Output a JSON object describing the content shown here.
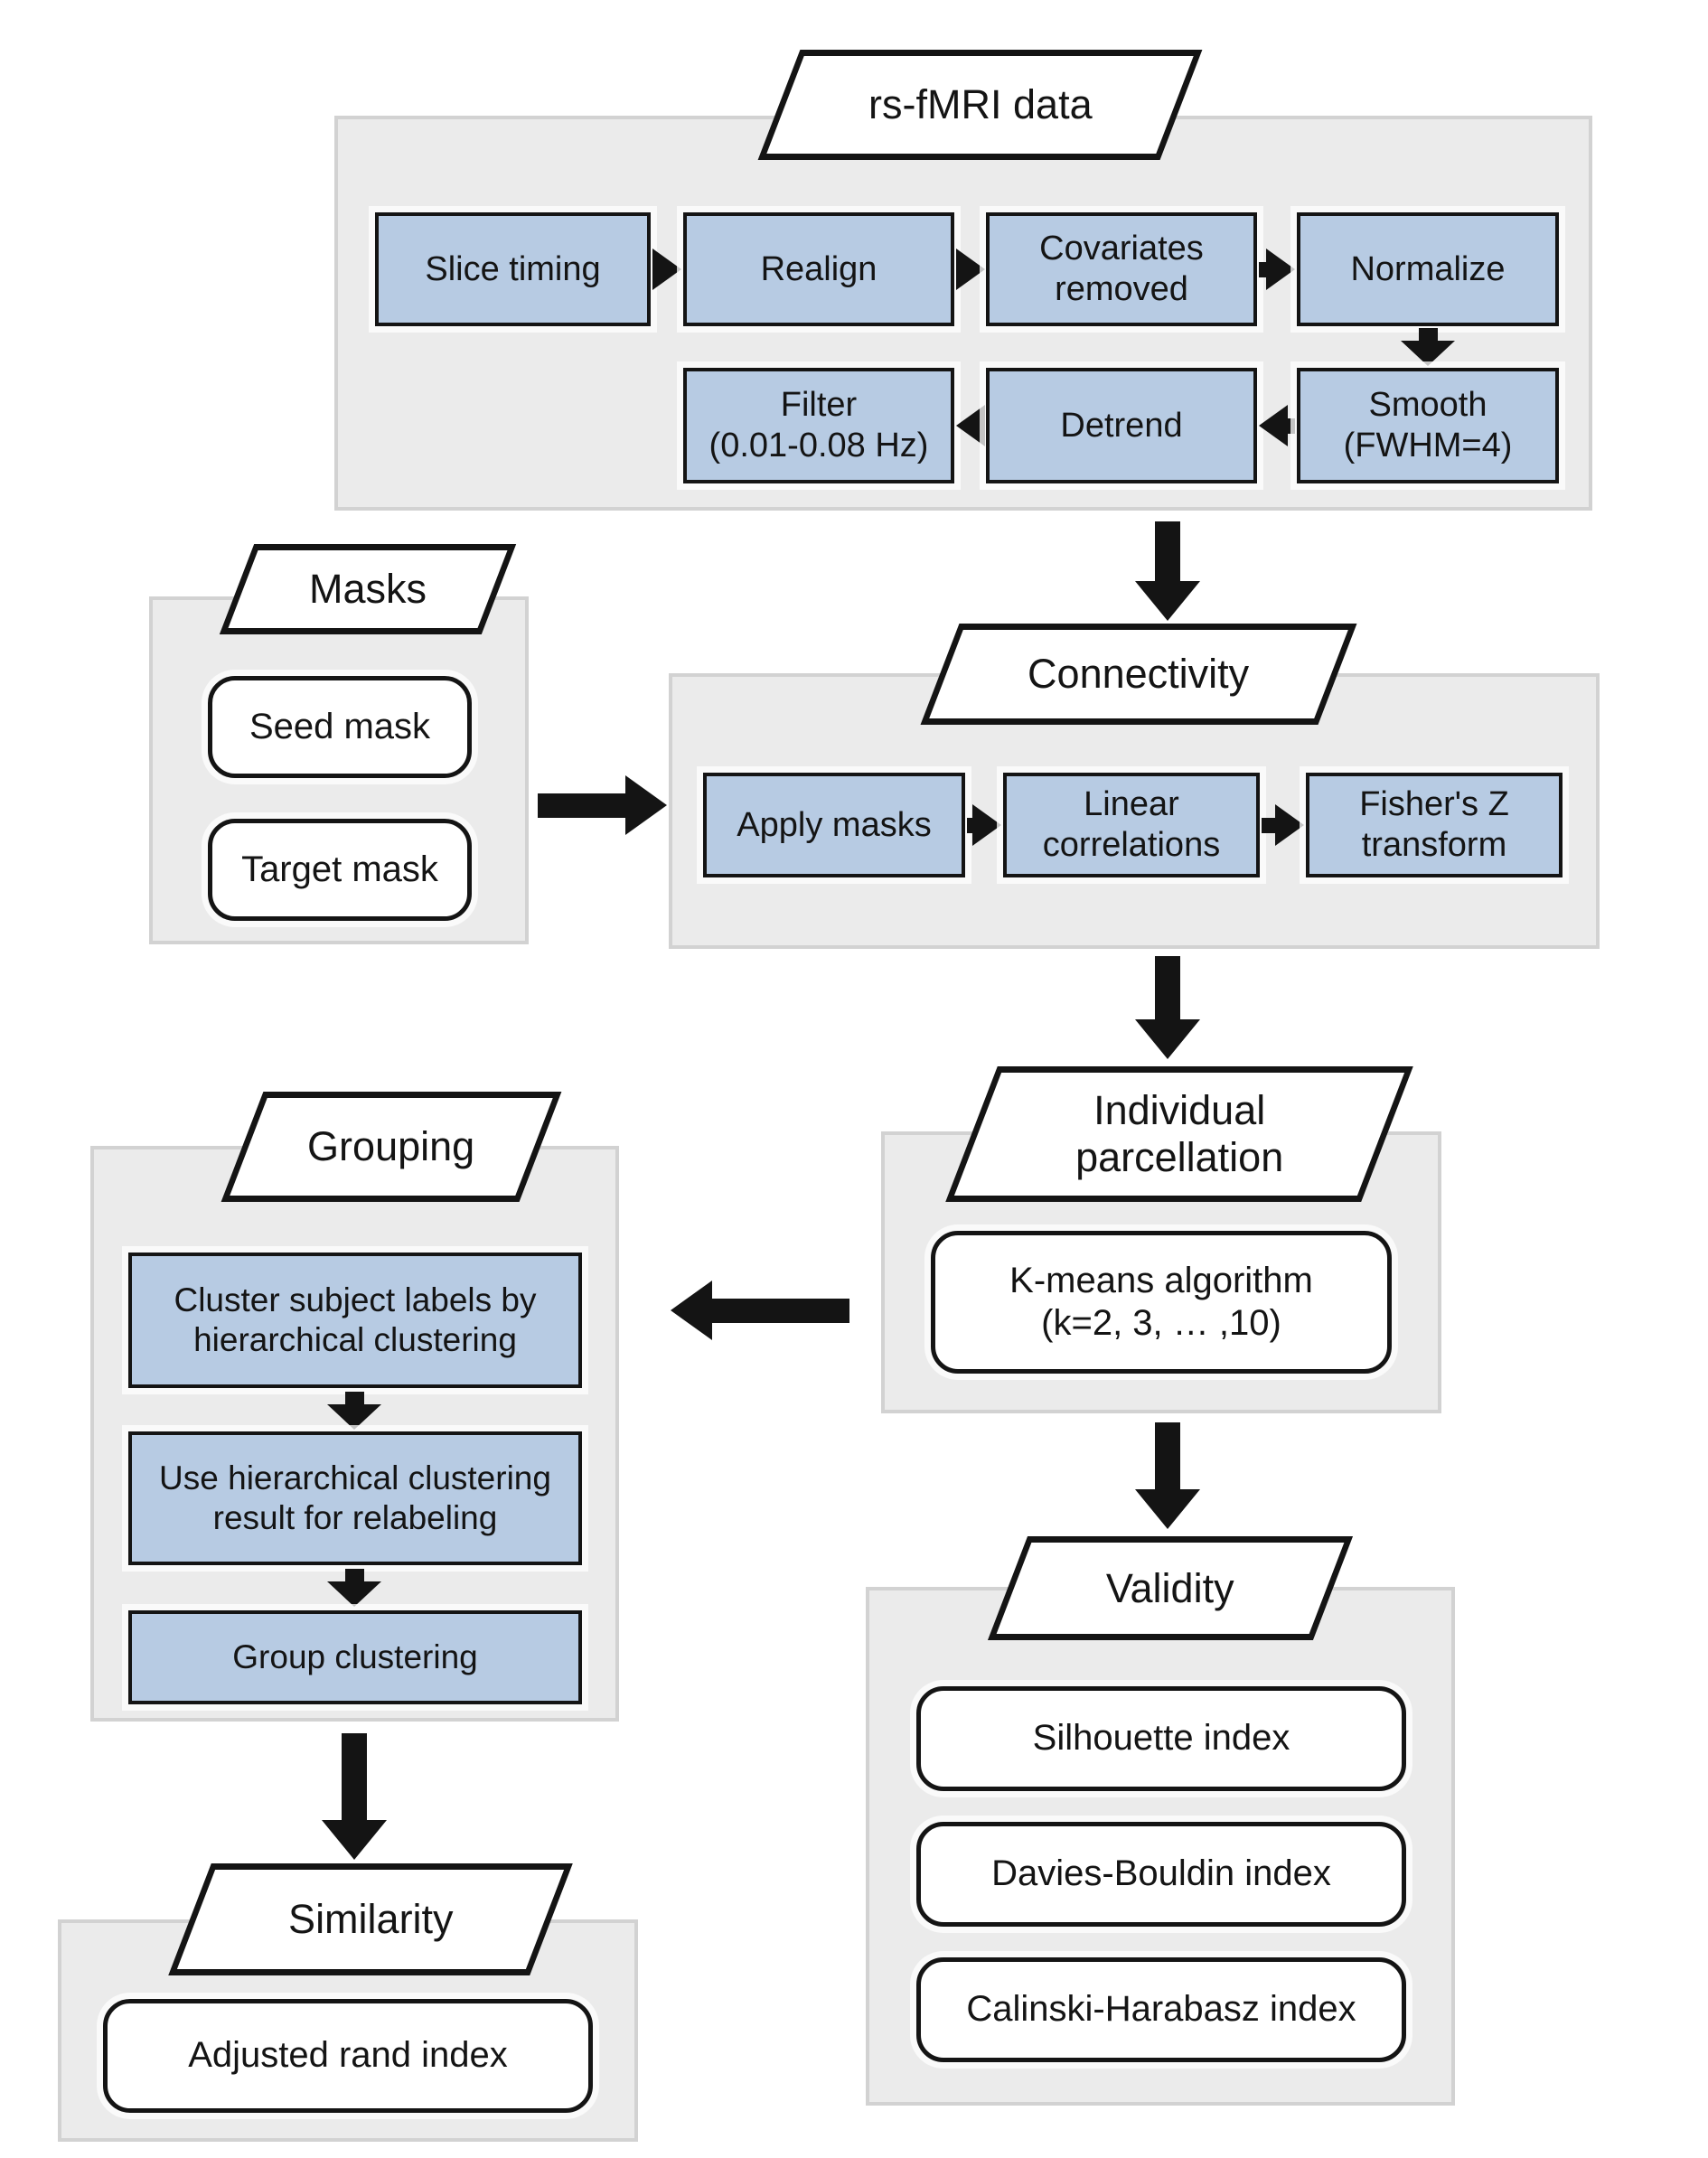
{
  "sections": {
    "preprocessing": {
      "title": "rs-fMRI data",
      "row1": [
        "Slice timing",
        "Realign",
        "Covariates\nremoved",
        "Normalize"
      ],
      "row2": [
        "Filter\n(0.01-0.08 Hz)",
        "Detrend",
        "Smooth\n(FWHM=4)"
      ]
    },
    "masks": {
      "title": "Masks",
      "items": [
        "Seed mask",
        "Target mask"
      ]
    },
    "connectivity": {
      "title": "Connectivity",
      "steps": [
        "Apply masks",
        "Linear\ncorrelations",
        "Fisher's Z\ntransform"
      ]
    },
    "parcellation": {
      "title": "Individual\nparcellation",
      "items": [
        "K-means algorithm\n(k=2, 3, … ,10)"
      ]
    },
    "grouping": {
      "title": "Grouping",
      "steps": [
        "Cluster subject labels by\nhierarchical clustering",
        "Use hierarchical clustering\nresult for relabeling",
        "Group clustering"
      ]
    },
    "validity": {
      "title": "Validity",
      "items": [
        "Silhouette index",
        "Davies-Bouldin index",
        "Calinski-Harabasz index"
      ]
    },
    "similarity": {
      "title": "Similarity",
      "items": [
        "Adjusted rand index"
      ]
    }
  },
  "colors": {
    "process_fill": "#b7cbe3",
    "container_fill": "#ebebeb",
    "container_border": "#d2d2d2",
    "shape_border": "#141414",
    "arrow": "#141414",
    "background": "#ffffff"
  }
}
